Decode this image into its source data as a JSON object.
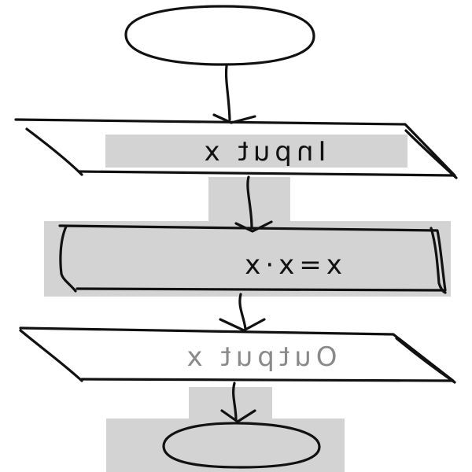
{
  "diagram": {
    "start_terminal": {
      "label": ""
    },
    "input_step": {
      "label": "Input x"
    },
    "process_step": {
      "label": "x=x·x"
    },
    "output_step": {
      "label": "Output x"
    },
    "end_terminal": {
      "label": ""
    }
  },
  "colors": {
    "ink": "#111111",
    "faded_ink": "#8a8a8a",
    "highlight": "#d3d3d3",
    "background": "#ffffff"
  }
}
